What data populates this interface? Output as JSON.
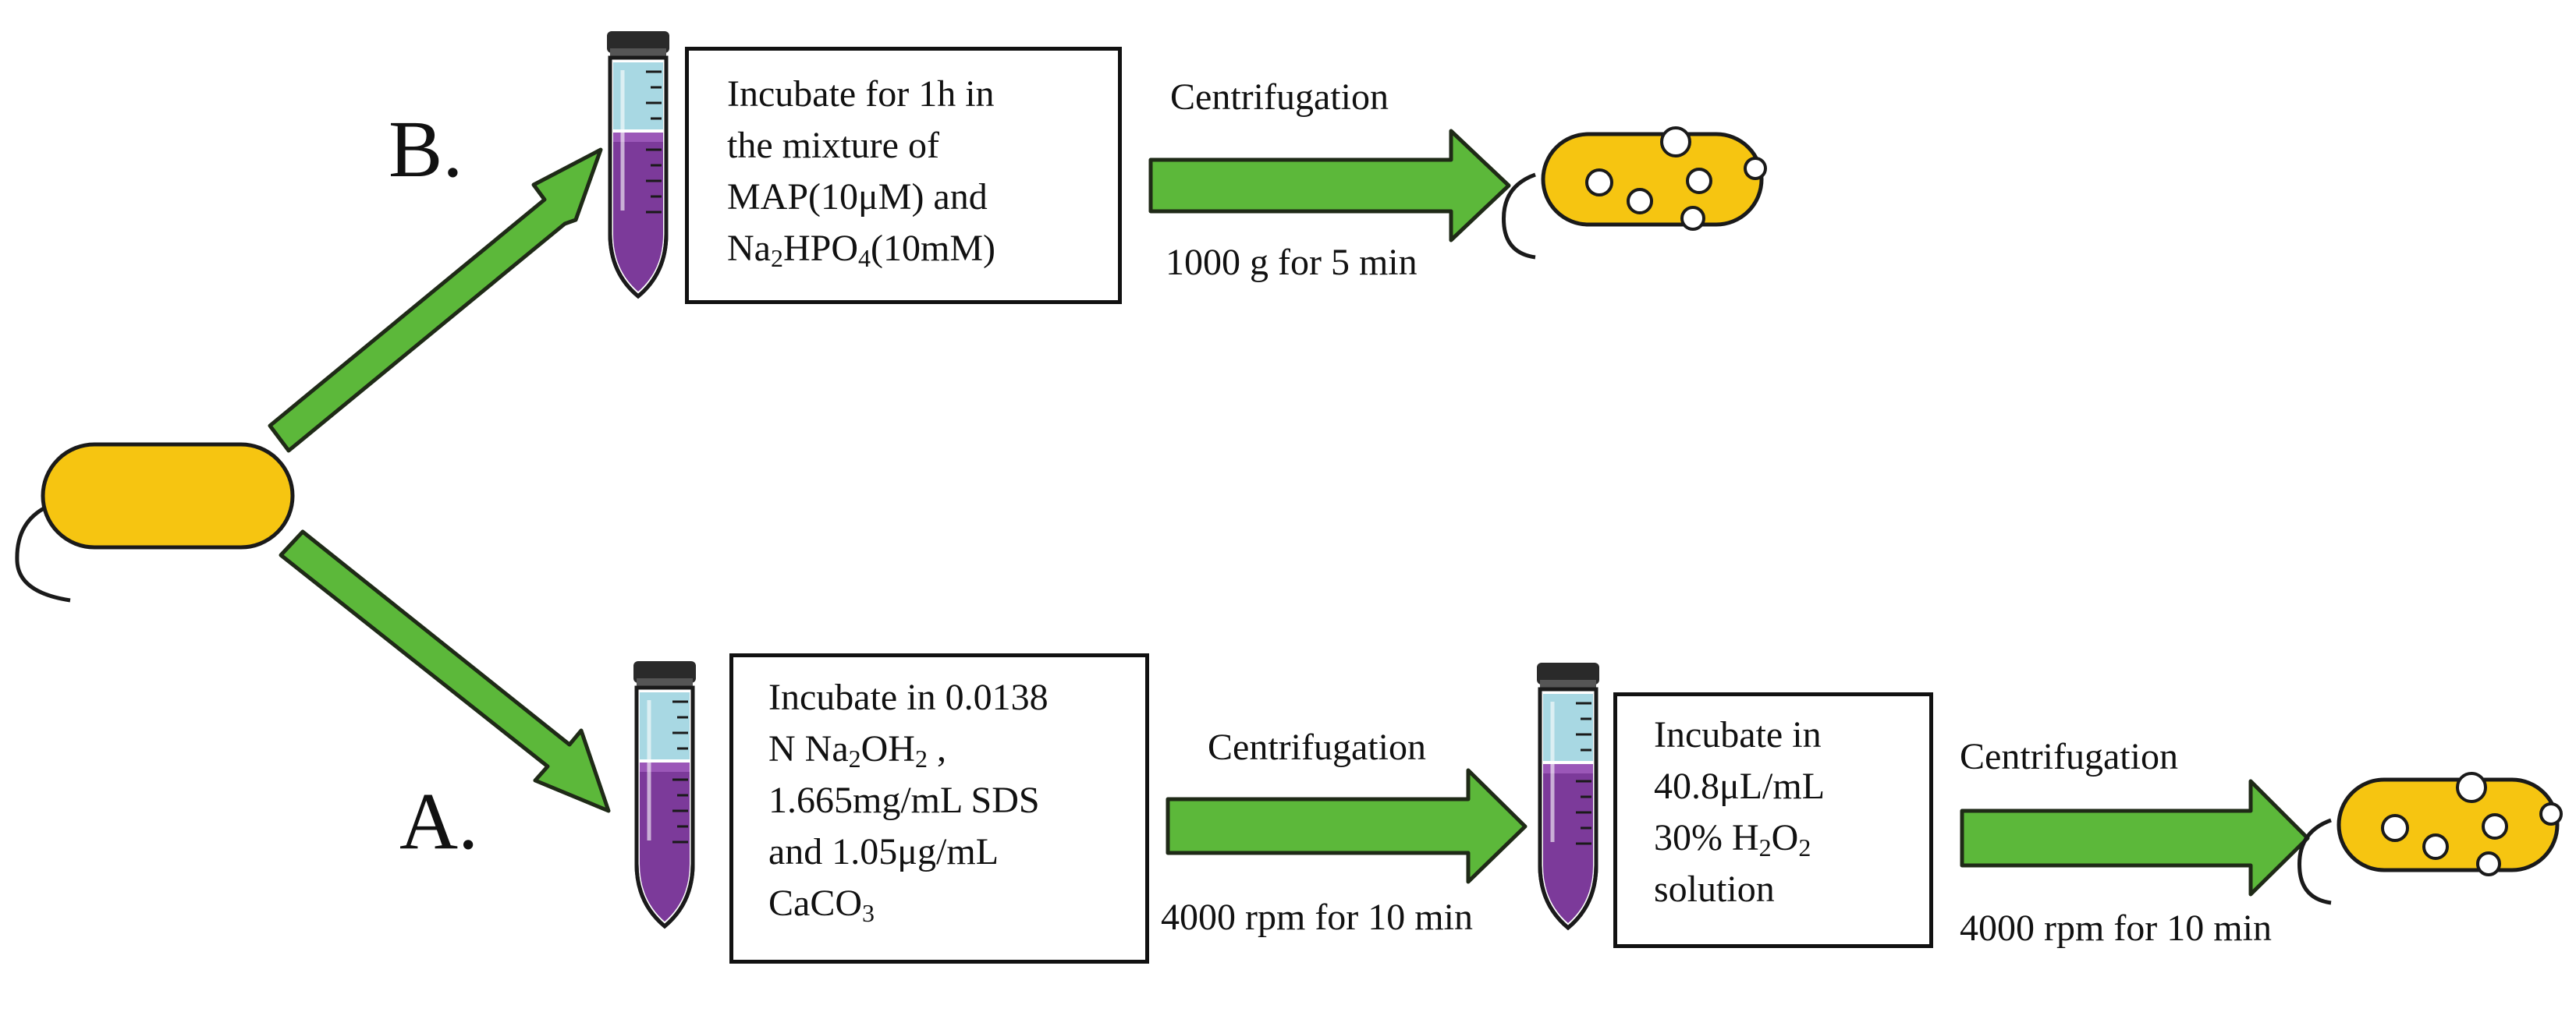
{
  "branch_b": {
    "label": "B.",
    "step1": {
      "lines": [
        {
          "t": "Incubate for 1h in"
        },
        {
          "t": "the mixture of"
        },
        {
          "t": "MAP(10μM) and"
        },
        {
          "t": "Na",
          "s1": "2",
          "t2": "HPO",
          "s2": "4",
          "t3": "(10mM)"
        }
      ]
    },
    "centrifuge": {
      "top": "Centrifugation",
      "bottom": "1000 g for 5 min"
    }
  },
  "branch_a": {
    "label": "A.",
    "step1": {
      "lines": [
        {
          "t": "Incubate in 0.0138"
        },
        {
          "t": "N Na",
          "s1": "2",
          "t2": "OH",
          "s2": "2",
          "t3": " ,"
        },
        {
          "t": "1.665mg/mL SDS"
        },
        {
          "t": "and 1.05μg/mL"
        },
        {
          "t": "CaCO",
          "s1": "3"
        }
      ]
    },
    "centrifuge1": {
      "top": "Centrifugation",
      "bottom": "4000 rpm for 10 min"
    },
    "step2": {
      "lines": [
        {
          "t": "Incubate in"
        },
        {
          "t": "40.8μL/mL"
        },
        {
          "t": "30% H",
          "s1": "2",
          "t2": "O",
          "s2": "2"
        },
        {
          "t": "solution"
        }
      ]
    },
    "centrifuge2": {
      "top": "Centrifugation",
      "bottom": "4000 rpm for 10 min"
    }
  },
  "colors": {
    "arrow_fill": "#5cb83a",
    "arrow_stroke": "#1f2a17",
    "cell_fill": "#f6c511",
    "cell_stroke": "#1a1a1a",
    "tube_liquid": "#7c3a9a",
    "tube_upper": "#a8d8e3",
    "tube_cap": "#2a2a2a"
  }
}
